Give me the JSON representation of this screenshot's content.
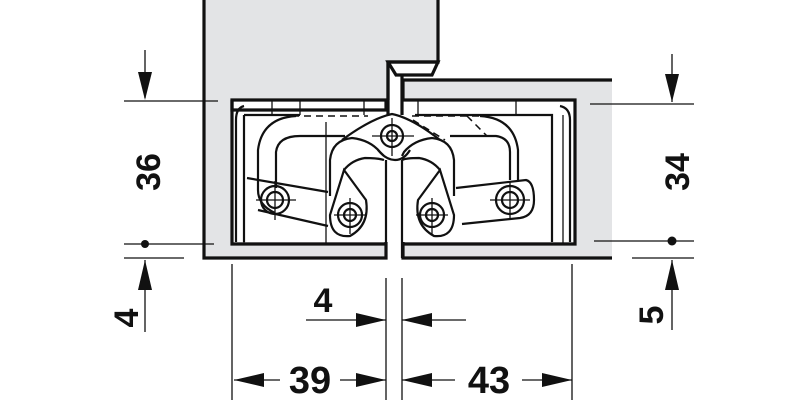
{
  "diagram": {
    "subject": "Concealed hinge, installation dimensions (mm)",
    "colors": {
      "panel_fill": "#e3e4e6",
      "line": "#111111",
      "background": "#ffffff"
    },
    "dimensions": {
      "left_pocket_depth": "36",
      "right_pocket_depth": "34",
      "left_offset": "4",
      "right_offset": "5",
      "center_gap": "4",
      "left_width": "39",
      "right_width": "43"
    }
  }
}
